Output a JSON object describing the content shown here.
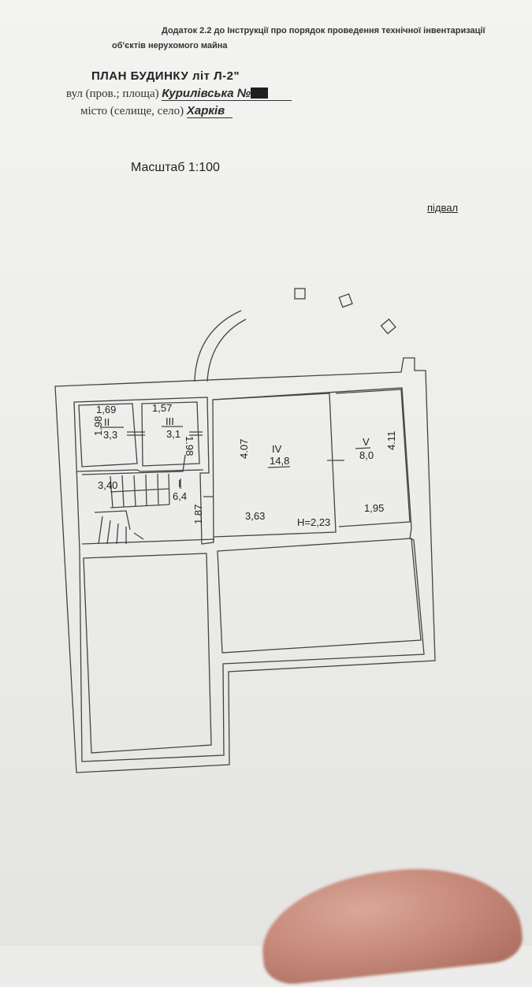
{
  "header": {
    "appendix_line1": "Додаток 2.2 до Інструкції про порядок проведення технічної інвентаризації",
    "appendix_line2": "об'єктів нерухомого майна",
    "title": "ПЛАН БУДИНКУ літ Л-2\"",
    "street_label": "вул (пров.; площа)",
    "street_value": "Курилівська №",
    "city_label": "місто (селище, село)",
    "city_value": "Харків",
    "scale": "Масштаб 1:100",
    "level": "підвал"
  },
  "plan": {
    "room_ii": {
      "number": "II",
      "area": "3,3",
      "width": "1,69",
      "side": "1.98"
    },
    "room_iii": {
      "number": "III",
      "area": "3,1",
      "width": "1,57",
      "side": "1.98"
    },
    "room_i": {
      "number": "I",
      "area": "6,4",
      "width": "3,40",
      "side": "1.87"
    },
    "room_iv": {
      "number": "IV",
      "area": "14,8",
      "side": "4.07",
      "width": "3,63",
      "ceiling": "H=2,23"
    },
    "room_v": {
      "number": "V",
      "area": "8,0",
      "side": "4.11",
      "width": "1,95"
    }
  }
}
